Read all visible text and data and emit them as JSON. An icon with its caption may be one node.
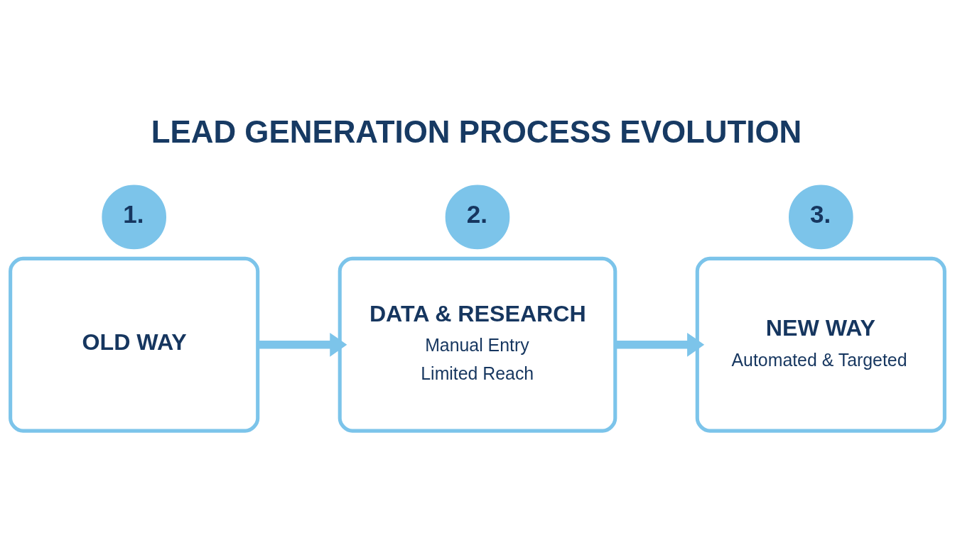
{
  "diagram": {
    "title": "LEAD GENERATION PROCESS EVOLUTION",
    "nodes": [
      {
        "text": [
          "1."
        ]
      },
      {
        "text": [
          "OLD WAY"
        ]
      },
      {
        "text": [
          "2."
        ]
      },
      {
        "text": [
          "DATA & RESEARCH",
          "Manual Entry",
          "Limited Reach"
        ]
      },
      {
        "text": [
          "3."
        ]
      },
      {
        "text": [
          "NEW WAY",
          "Automated & Targeted"
        ]
      }
    ],
    "edges": [
      {
        "from": 1,
        "to": 3,
        "arrow": "to"
      },
      {
        "from": 3,
        "to": 5,
        "arrow": "to"
      }
    ]
  }
}
